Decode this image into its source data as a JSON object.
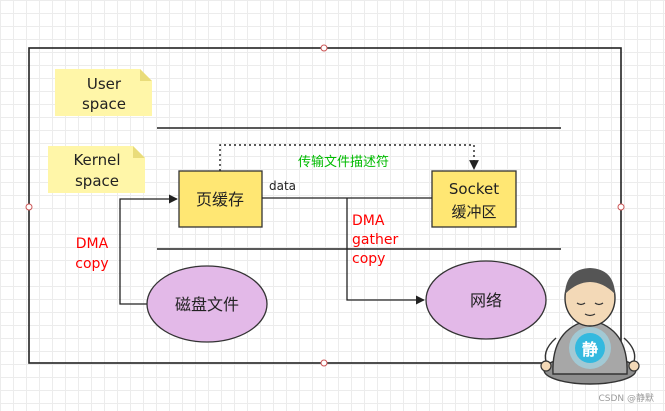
{
  "notes": {
    "user": [
      "User",
      "space"
    ],
    "kernel": [
      "Kernel",
      "space"
    ]
  },
  "boxes": {
    "page_cache": "页缓存",
    "socket": [
      "Socket",
      "缓冲区"
    ]
  },
  "ellipses": {
    "disk_file": "磁盘文件",
    "network": "网络"
  },
  "edges": {
    "data": "data",
    "descriptor": "传输文件描述符",
    "dma_copy": [
      "DMA",
      "copy"
    ],
    "dma_gather": [
      "DMA",
      "gather",
      "copy"
    ]
  },
  "mascot": {
    "glyph": "静"
  },
  "watermark": "CSDN @静默",
  "colors": {
    "note_fill": "#fff6a8",
    "box_fill": "#ffe773",
    "box_stroke": "#333333",
    "ellipse_fill": "#e3b9e8",
    "red": "#ff0000",
    "green": "#00bb00",
    "mascot_blue": "#33b9df"
  }
}
